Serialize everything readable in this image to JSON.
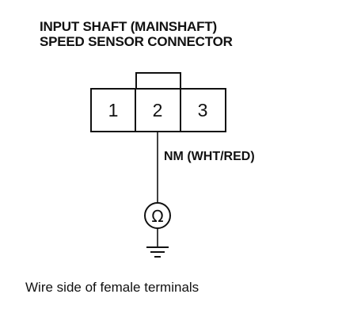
{
  "title": {
    "line1": "INPUT SHAFT (MAINSHAFT)",
    "line2": "SPEED SENSOR CONNECTOR"
  },
  "connector": {
    "pins": [
      "1",
      "2",
      "3"
    ]
  },
  "wire": {
    "label": "NM (WHT/RED)"
  },
  "meter": {
    "symbol": "Ω"
  },
  "caption": "Wire side of female terminals"
}
